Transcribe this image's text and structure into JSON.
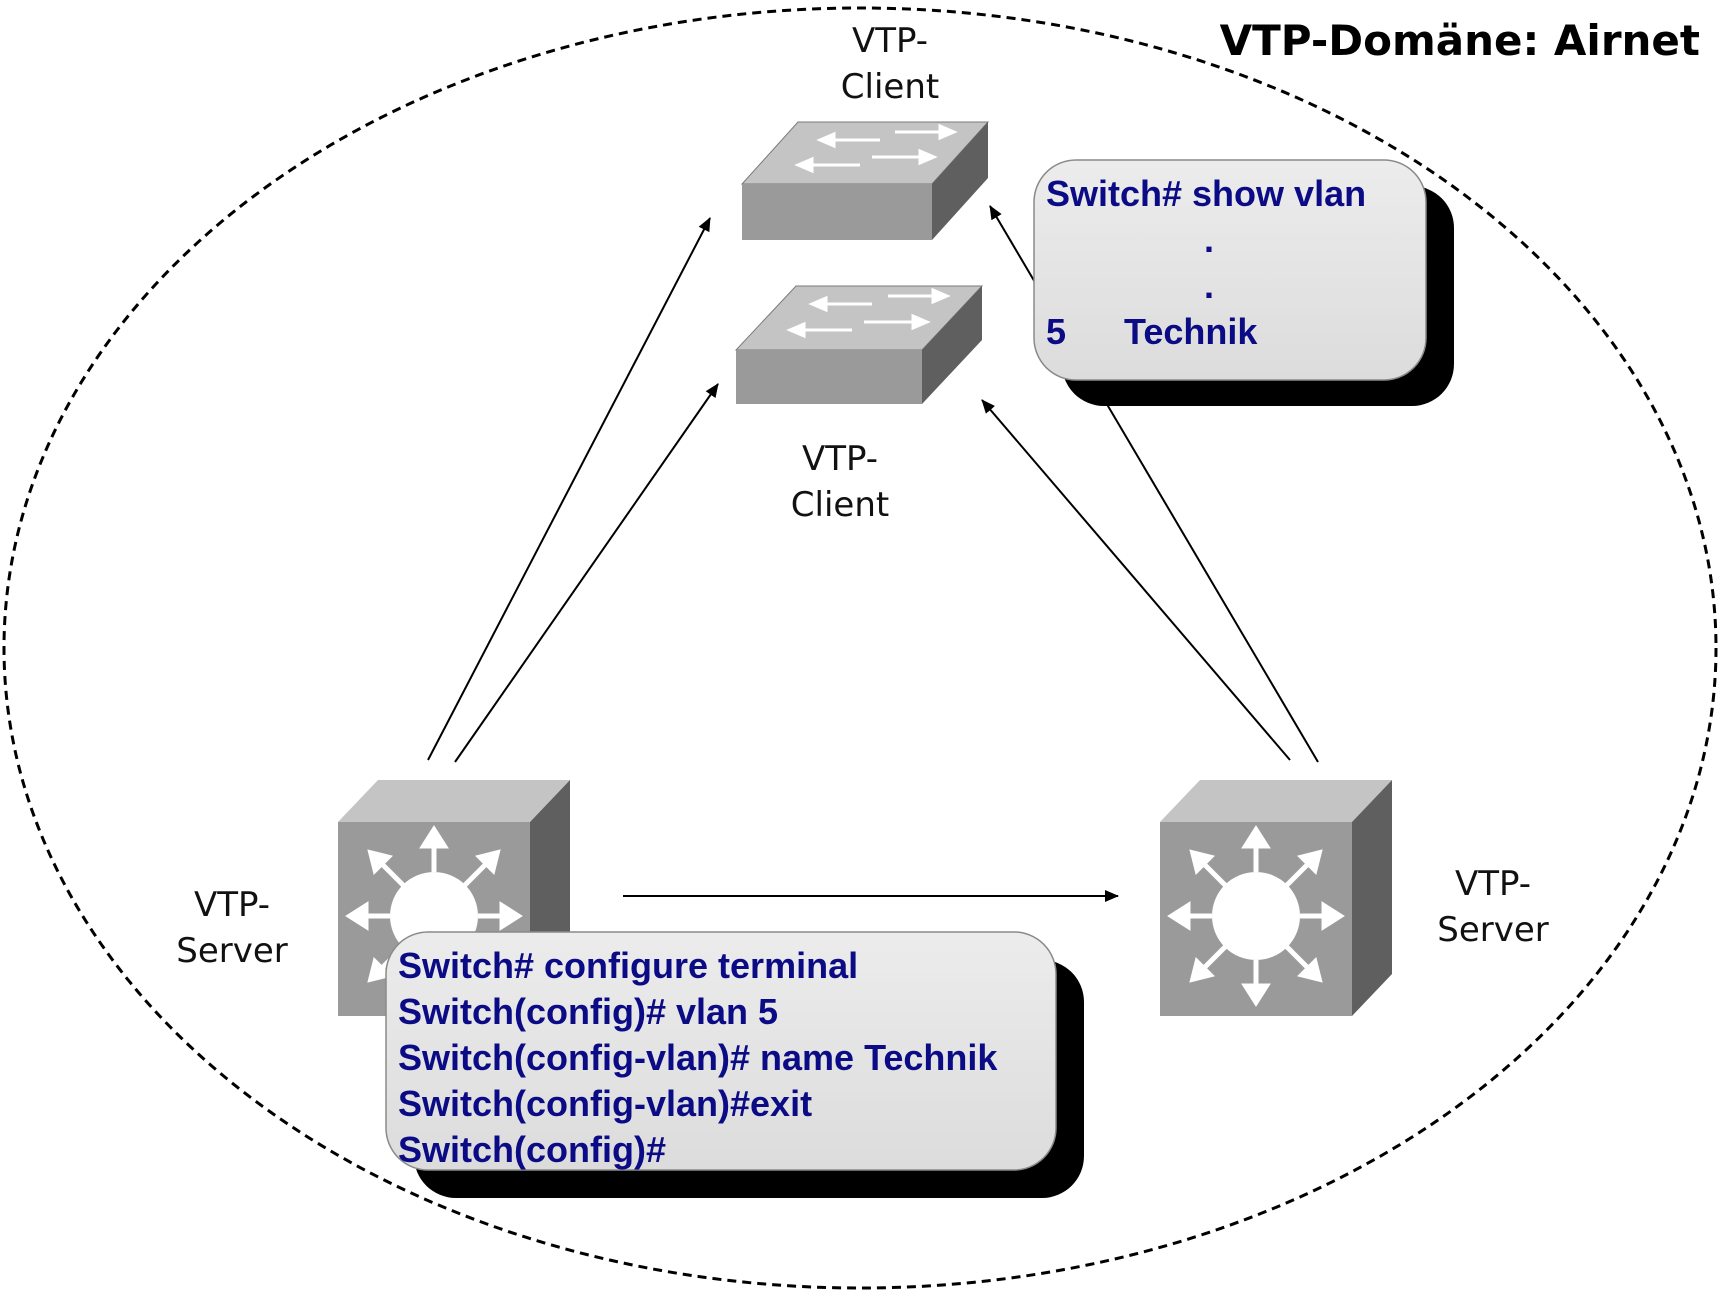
{
  "domain_title": "VTP-Domäne: Airnet",
  "devices": {
    "client_top": {
      "label_line1": "VTP-",
      "label_line2": "Client"
    },
    "client_middle": {
      "label_line1": "VTP-",
      "label_line2": "Client"
    },
    "server_left": {
      "label_line1": "VTP-",
      "label_line2": "Server"
    },
    "server_right": {
      "label_line1": "VTP-",
      "label_line2": "Server"
    }
  },
  "console_client": {
    "line1": "Switch# show vlan",
    "dot1": ".",
    "dot2": ".",
    "vlan_id": "5",
    "vlan_name": "Technik"
  },
  "console_server": {
    "lines": [
      "Switch# configure terminal",
      "Switch(config)# vlan 5",
      "Switch(config-vlan)# name Technik",
      "Switch(config-vlan)#exit",
      "Switch(config)#"
    ]
  },
  "colors": {
    "console_text": "#0b0b86",
    "console_bg": "#e6e6e6",
    "shadow": "#000000",
    "device_front": "#9a9a9a",
    "device_top": "#c4c4c4",
    "device_side": "#5f5f5f"
  }
}
